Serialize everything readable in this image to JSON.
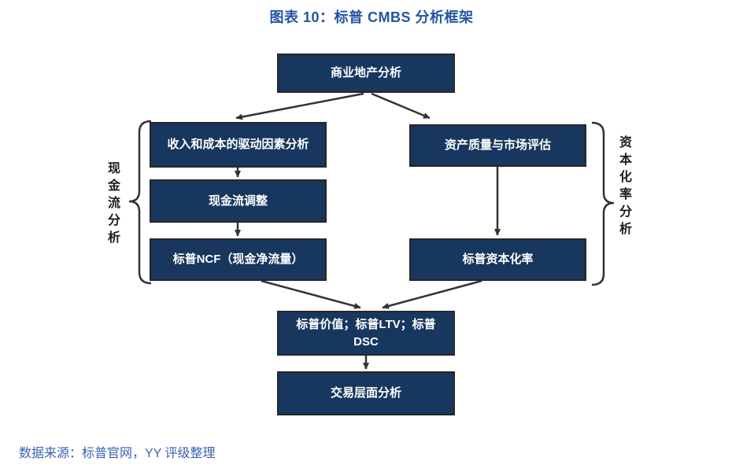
{
  "title": "图表 10：标普 CMBS 分析框架",
  "source": "数据来源：标普官网，YY 评级整理",
  "colors": {
    "box_fill": "#17375e",
    "box_border": "#262626",
    "box_text": "#ffffff",
    "arrow": "#333333",
    "title_text": "#2553a4",
    "source_text": "#3a62ae",
    "group_label_text": "#1c1c1c"
  },
  "flowchart": {
    "nodes": {
      "top": "商业地产分析",
      "left1": "收入和成本的驱动因素分析",
      "left2": "现金流调整",
      "left3": "标普NCF（现金净流量）",
      "right1": "资产质量与市场评估",
      "right2": "标普资本化率",
      "merge": "标普价值；标普LTV；标普DSC",
      "bottom": "交易层面分析"
    },
    "group_labels": {
      "left": "现金流分析",
      "right": "资本化率分析"
    }
  }
}
